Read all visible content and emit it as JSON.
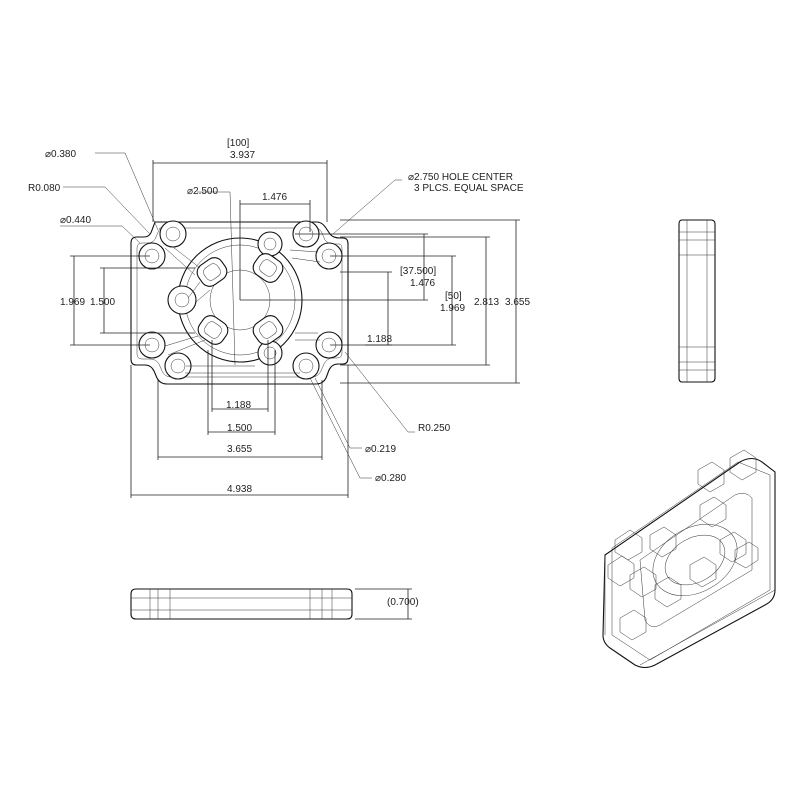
{
  "top_view": {
    "labels": {
      "width_inch": "3.937",
      "width_mm": "[100]",
      "dia_0380": "⌀0.380",
      "r_0080": "R0.080",
      "dia_0440": "⌀0.440",
      "dia_2500": "⌀2.500",
      "dim_1476_top": "1.476",
      "hole_center_1": "⌀2.750 HOLE CENTER",
      "hole_center_2": "3 PLCS. EQUAL SPACE",
      "dim_37500": "[37.500]",
      "dim_1476_right": "1.476",
      "dim_50": "[50]",
      "dim_1969_right": "1.969",
      "dim_2813": "2.813",
      "dim_3655_right": "3.655",
      "dim_1969_left": "1.969",
      "dim_1500_left": "1.500",
      "dim_1188_right": "1.188",
      "dim_1188_bottom": "1.188",
      "dim_1500_bottom": "1.500",
      "dim_3655_bottom": "3.655",
      "dim_4938": "4.938",
      "r_0250": "R0.250",
      "dia_0219": "⌀0.219",
      "dia_0280": "⌀0.280"
    }
  },
  "front_view": {
    "thickness": "(0.700)"
  }
}
